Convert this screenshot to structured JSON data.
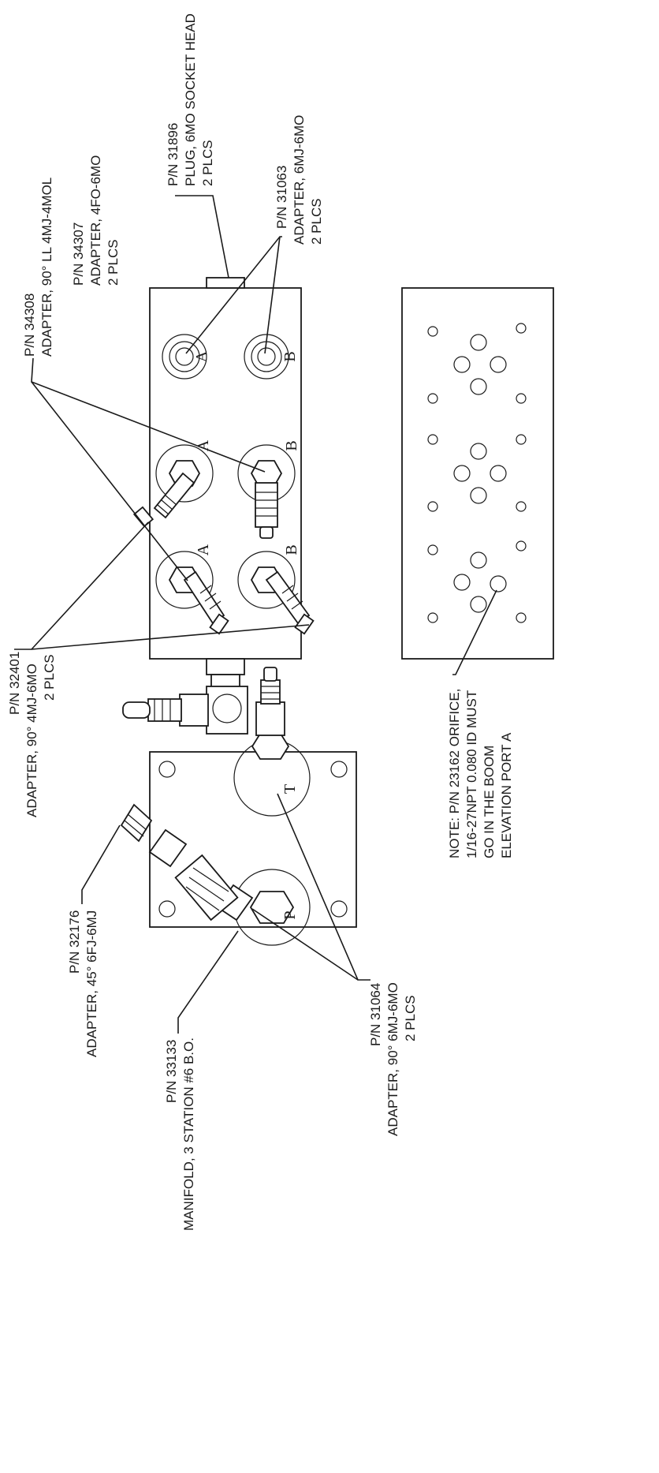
{
  "callouts": {
    "p31896": [
      "P/N 31896",
      "PLUG, 6MO SOCKET HEAD",
      "2 PLCS"
    ],
    "p31063": [
      "P/N 31063",
      "ADAPTER, 6MJ-6MO",
      "2 PLCS"
    ],
    "p34308": [
      "P/N 34308",
      "ADAPTER, 90° LL 4MJ-4MOL"
    ],
    "p34307": [
      "P/N 34307",
      "ADAPTER, 4FO-6MO",
      "2 PLCS"
    ],
    "p32401": [
      "P/N 32401",
      "ADAPTER, 90° 4MJ-6MO",
      "2 PLCS"
    ],
    "p32176": [
      "P/N 32176",
      "ADAPTER, 45° 6FJ-6MJ"
    ],
    "p33133": [
      "P/N 33133",
      "MANIFOLD, 3 STATION #6 B.O."
    ],
    "p31064": [
      "P/N 31064",
      "ADAPTER, 90° 6MJ-6MO",
      "2 PLCS"
    ],
    "note": [
      "NOTE: P/N 23162 ORIFICE,",
      "1/16-27NPT 0.080 ID MUST",
      "GO IN THE BOOM",
      "ELEVATION PORT A"
    ]
  },
  "ports": {
    "a": "A",
    "b": "B",
    "p": "P",
    "t": "T"
  }
}
